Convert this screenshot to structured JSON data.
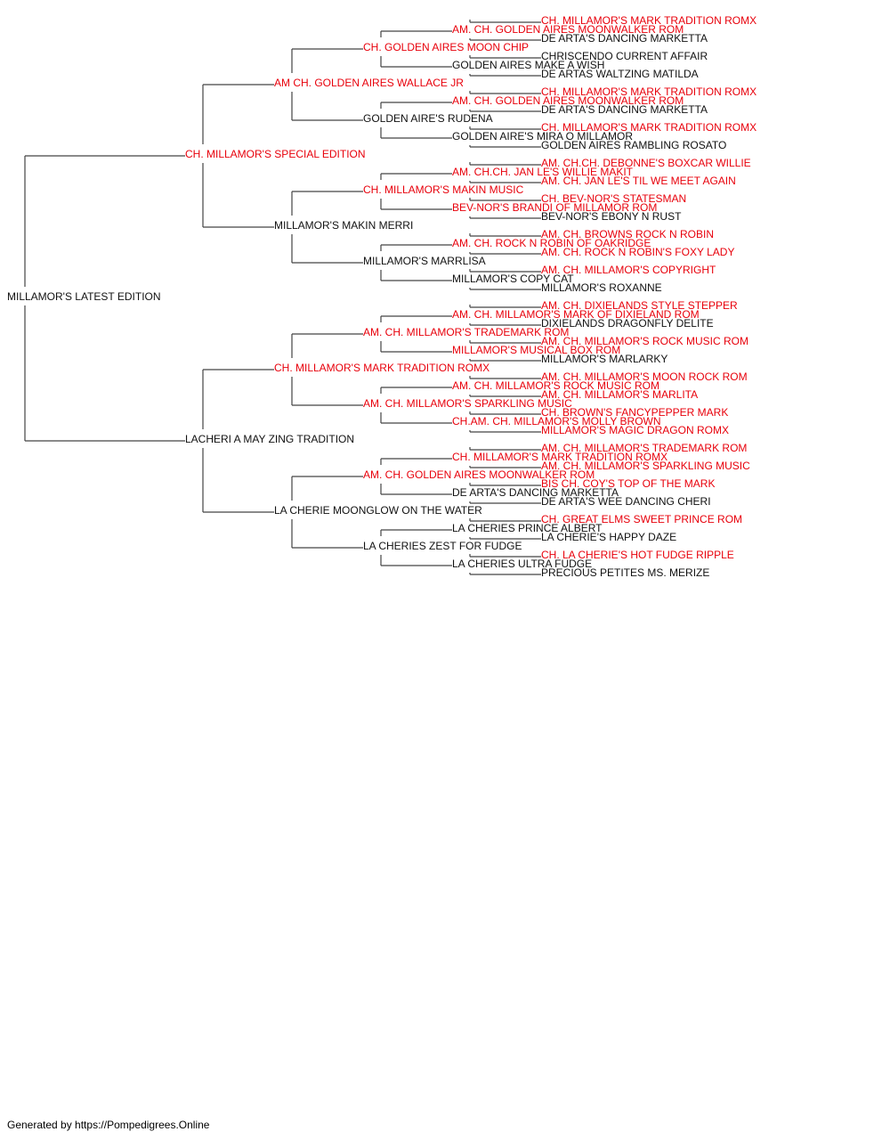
{
  "colors": {
    "champion": "#e8000b",
    "plain": "#111111",
    "line": "#444444"
  },
  "footer": "Generated by https://Pompedigrees.Online",
  "pedigree": {
    "subject": {
      "name": "MILLAMOR'S LATEST EDITION",
      "champion": false
    },
    "gen1": [
      {
        "name": "CH. MILLAMOR'S SPECIAL EDITION",
        "champion": true
      },
      {
        "name": "LACHERI A MAY ZING TRADITION",
        "champion": false
      }
    ],
    "gen2": [
      {
        "name": "AM CH. GOLDEN AIRES WALLACE JR",
        "champion": true
      },
      {
        "name": "MILLAMOR'S MAKIN MERRI",
        "champion": false
      },
      {
        "name": "CH. MILLAMOR'S MARK TRADITION ROMX",
        "champion": true
      },
      {
        "name": "LA CHERIE MOONGLOW ON THE WATER",
        "champion": false
      }
    ],
    "gen3": [
      {
        "name": "CH. GOLDEN AIRES MOON CHIP",
        "champion": true
      },
      {
        "name": "GOLDEN AIRE'S RUDENA",
        "champion": false
      },
      {
        "name": "CH. MILLAMOR'S MAKIN MUSIC",
        "champion": true
      },
      {
        "name": "MILLAMOR'S MARRLISA",
        "champion": false
      },
      {
        "name": "AM. CH. MILLAMOR'S TRADEMARK ROM",
        "champion": true
      },
      {
        "name": "AM. CH. MILLAMOR'S SPARKLING MUSIC",
        "champion": true
      },
      {
        "name": "AM. CH. GOLDEN AIRES MOONWALKER ROM",
        "champion": true
      },
      {
        "name": "LA CHERIES ZEST FOR FUDGE",
        "champion": false
      }
    ],
    "gen4": [
      {
        "name": "AM. CH. GOLDEN AIRES MOONWALKER ROM",
        "champion": true
      },
      {
        "name": "GOLDEN AIRES MAKE A WISH",
        "champion": false
      },
      {
        "name": "AM. CH. GOLDEN AIRES MOONWALKER ROM",
        "champion": true
      },
      {
        "name": "GOLDEN AIRE'S MIRA O MILLAMOR",
        "champion": false
      },
      {
        "name": "AM. CH.CH. JAN LE'S WILLIE MAKIT",
        "champion": true
      },
      {
        "name": "BEV-NOR'S BRANDI OF MILLAMOR ROM",
        "champion": true
      },
      {
        "name": "AM. CH. ROCK N ROBIN OF OAKRIDGE",
        "champion": true
      },
      {
        "name": "MILLAMOR'S COPY CAT",
        "champion": false
      },
      {
        "name": "AM. CH. MILLAMOR'S MARK OF DIXIELAND ROM",
        "champion": true
      },
      {
        "name": "MILLAMOR'S MUSICAL BOX ROM",
        "champion": true
      },
      {
        "name": "AM. CH. MILLAMOR'S ROCK MUSIC ROM",
        "champion": true
      },
      {
        "name": "CH.AM. CH. MILLAMOR'S MOLLY BROWN",
        "champion": true
      },
      {
        "name": "CH. MILLAMOR'S MARK TRADITION ROMX",
        "champion": true
      },
      {
        "name": "DE ARTA'S DANCING MARKETTA",
        "champion": false
      },
      {
        "name": "LA CHERIES PRINCE ALBERT",
        "champion": false
      },
      {
        "name": "LA CHERIES ULTRA FUDGE",
        "champion": false
      }
    ],
    "gen5": [
      {
        "name": "CH. MILLAMOR'S MARK TRADITION ROMX",
        "champion": true
      },
      {
        "name": "DE ARTA'S DANCING MARKETTA",
        "champion": false
      },
      {
        "name": "CHRISCENDO CURRENT AFFAIR",
        "champion": false
      },
      {
        "name": "DE ARTAS WALTZING MATILDA",
        "champion": false
      },
      {
        "name": "CH. MILLAMOR'S MARK TRADITION ROMX",
        "champion": true
      },
      {
        "name": "DE ARTA'S DANCING MARKETTA",
        "champion": false
      },
      {
        "name": "CH. MILLAMOR'S MARK TRADITION ROMX",
        "champion": true
      },
      {
        "name": "GOLDEN AIRES RAMBLING ROSATO",
        "champion": false
      },
      {
        "name": "AM. CH.CH. DEBONNE'S BOXCAR WILLIE",
        "champion": true
      },
      {
        "name": "AM. CH. JAN LE'S TIL WE MEET AGAIN",
        "champion": true
      },
      {
        "name": "CH. BEV-NOR'S STATESMAN",
        "champion": true
      },
      {
        "name": "BEV-NOR'S EBONY N RUST",
        "champion": false
      },
      {
        "name": "AM. CH. BROWNS ROCK N ROBIN",
        "champion": true
      },
      {
        "name": "AM. CH. ROCK N ROBIN'S FOXY LADY",
        "champion": true
      },
      {
        "name": "AM. CH. MILLAMOR'S COPYRIGHT",
        "champion": true
      },
      {
        "name": "MILLAMOR'S ROXANNE",
        "champion": false
      },
      {
        "name": "AM. CH. DIXIELANDS STYLE STEPPER",
        "champion": true
      },
      {
        "name": "DIXIELANDS DRAGONFLY DELITE",
        "champion": false
      },
      {
        "name": "AM. CH. MILLAMOR'S ROCK MUSIC ROM",
        "champion": true
      },
      {
        "name": "MILLAMOR'S MARLARKY",
        "champion": false
      },
      {
        "name": "AM. CH. MILLAMOR'S MOON ROCK ROM",
        "champion": true
      },
      {
        "name": "AM. CH. MILLAMOR'S MARLITA",
        "champion": true
      },
      {
        "name": "CH. BROWN'S FANCYPEPPER MARK",
        "champion": true
      },
      {
        "name": "MILLAMOR'S MAGIC DRAGON ROMX",
        "champion": true
      },
      {
        "name": "AM. CH. MILLAMOR'S TRADEMARK ROM",
        "champion": true
      },
      {
        "name": "AM. CH. MILLAMOR'S SPARKLING MUSIC",
        "champion": true
      },
      {
        "name": "BIS CH. COY'S TOP OF THE MARK",
        "champion": true
      },
      {
        "name": "DE ARTA'S WEE DANCING CHERI",
        "champion": false
      },
      {
        "name": "CH. GREAT ELMS SWEET PRINCE ROM",
        "champion": true
      },
      {
        "name": "LA CHERIE'S HAPPY DAZE",
        "champion": false
      },
      {
        "name": "CH. LA CHERIE'S HOT FUDGE RIPPLE",
        "champion": true
      },
      {
        "name": "PRECIOUS PETITES MS. MERIZE",
        "champion": false
      }
    ]
  }
}
